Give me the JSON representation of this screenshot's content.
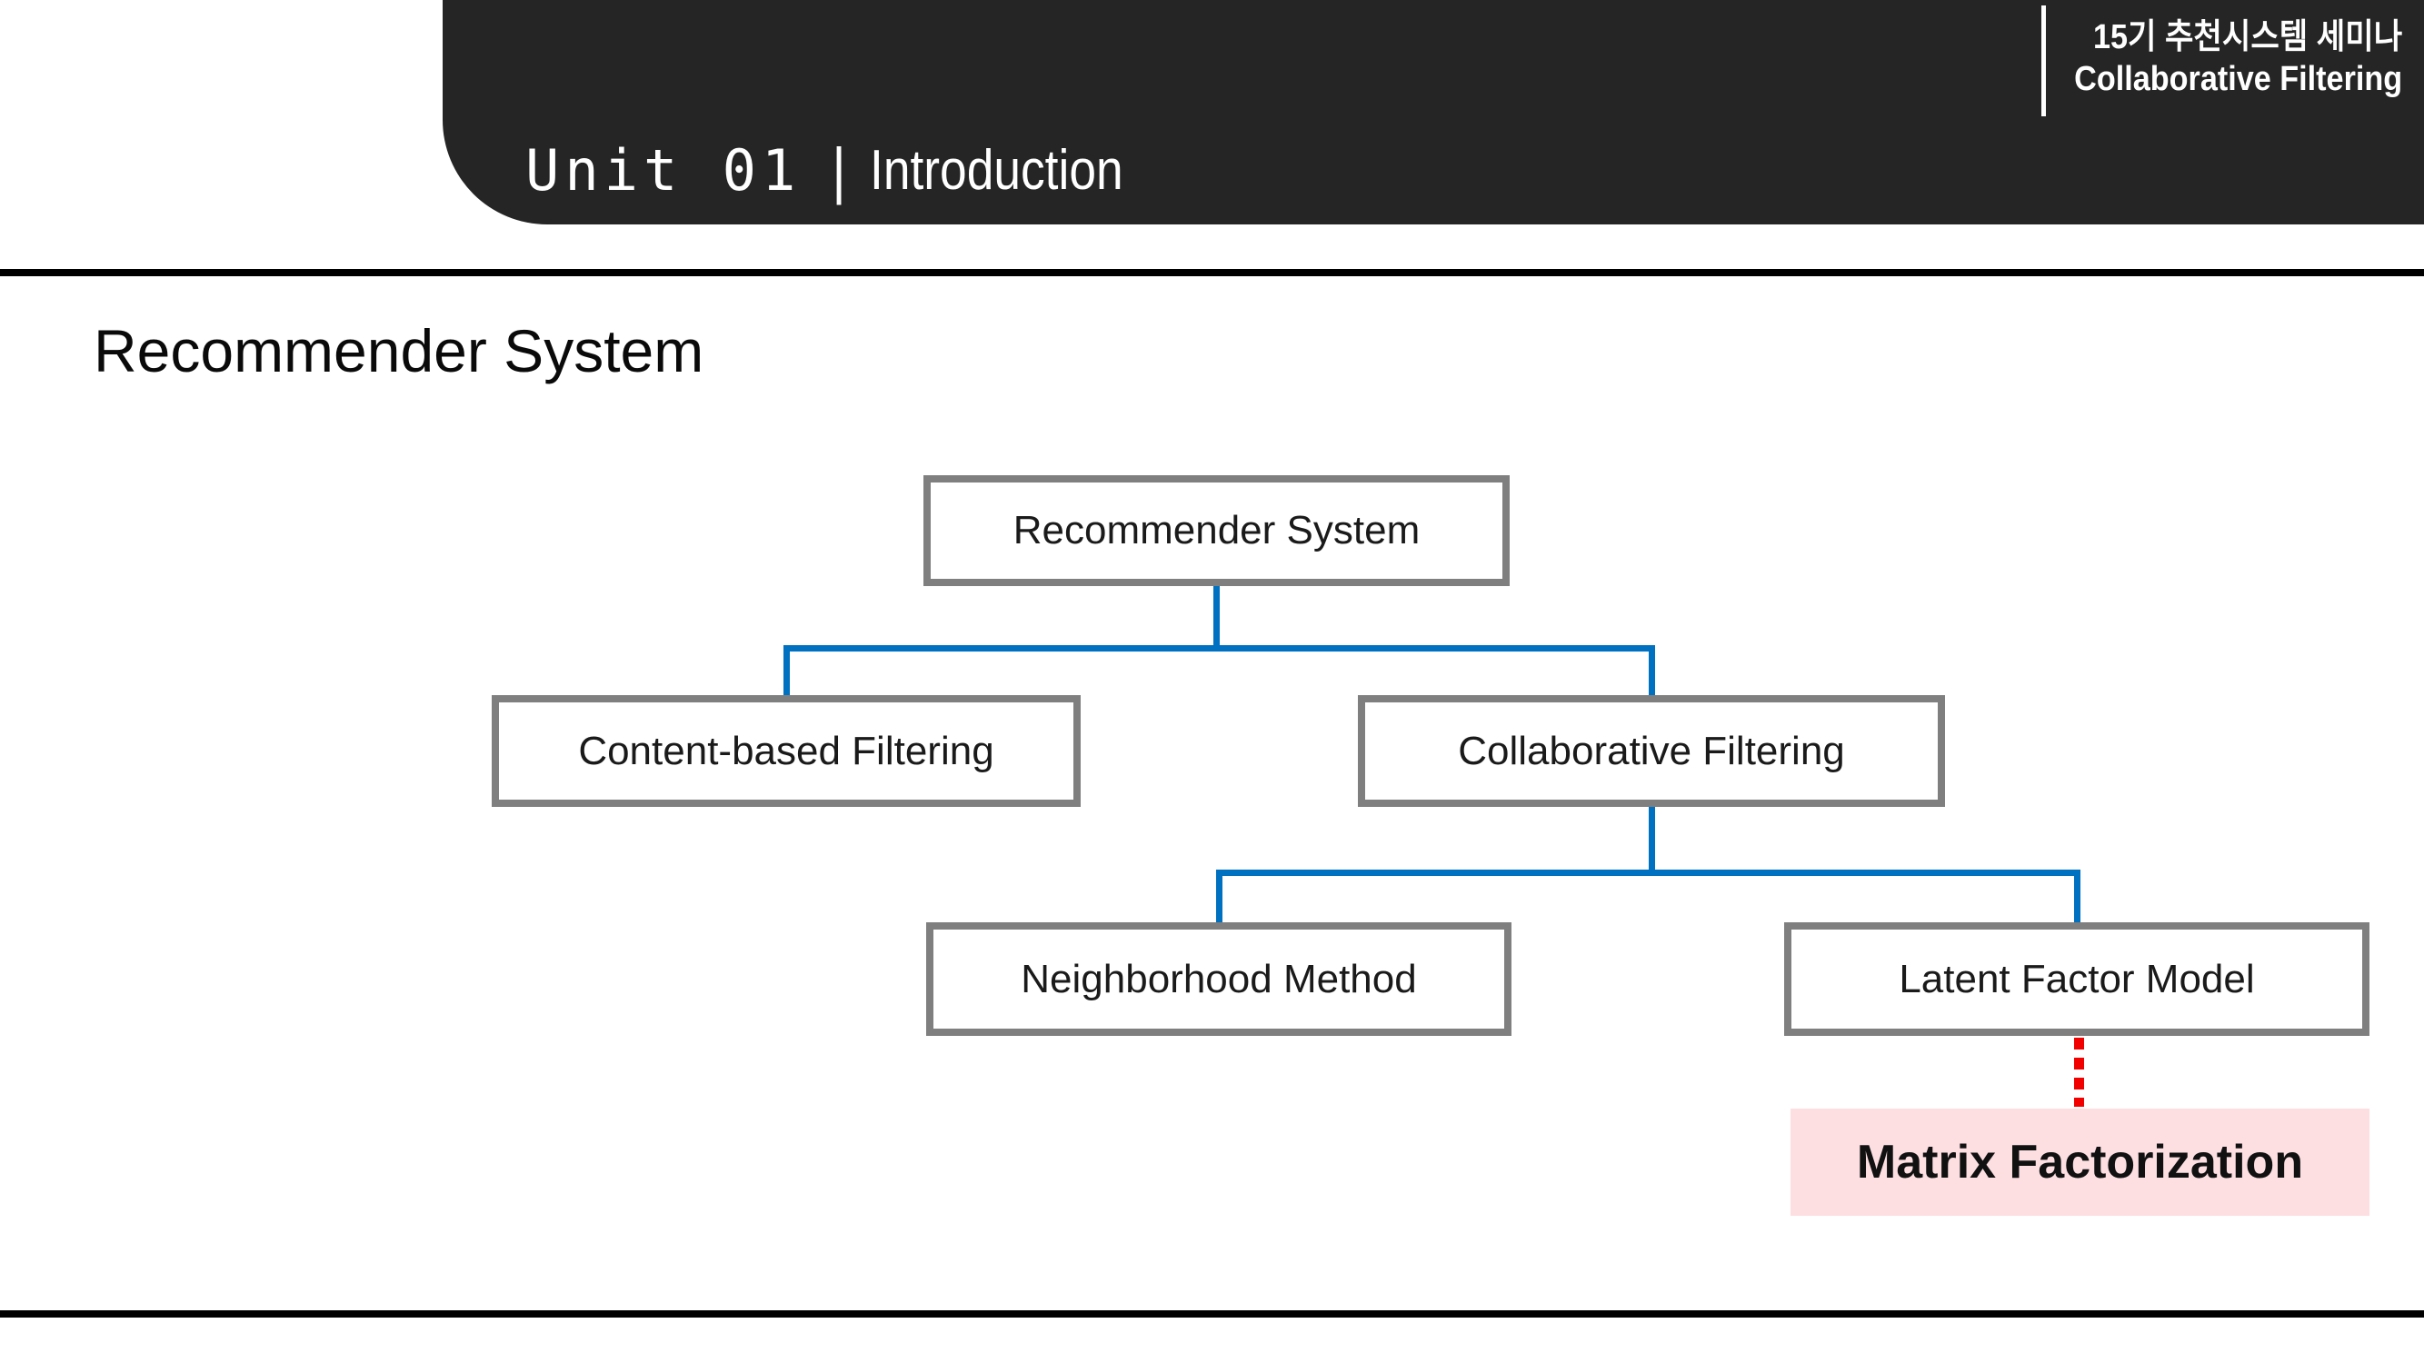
{
  "header": {
    "unit_label": "Unit 01",
    "separator": "|",
    "section_title": "Introduction",
    "badge": {
      "line1": "15기  추천시스템  세미나",
      "line2": "Collaborative  Filtering"
    }
  },
  "slide": {
    "title": "Recommender System"
  },
  "diagram": {
    "type": "tree",
    "nodes": [
      {
        "id": "recommender",
        "label": "Recommender System",
        "level": 1,
        "highlighted": false
      },
      {
        "id": "content-based",
        "label": "Content-based Filtering",
        "level": 2,
        "highlighted": false
      },
      {
        "id": "collaborative",
        "label": "Collaborative Filtering",
        "level": 2,
        "highlighted": false
      },
      {
        "id": "neighborhood",
        "label": "Neighborhood Method",
        "level": 3,
        "highlighted": false
      },
      {
        "id": "latent",
        "label": "Latent Factor Model",
        "level": 3,
        "highlighted": false
      },
      {
        "id": "matrix",
        "label": "Matrix Factorization",
        "level": 4,
        "highlighted": true
      }
    ],
    "edges": [
      {
        "from": "recommender",
        "to": "content-based",
        "style": "solid-blue"
      },
      {
        "from": "recommender",
        "to": "collaborative",
        "style": "solid-blue"
      },
      {
        "from": "collaborative",
        "to": "neighborhood",
        "style": "solid-blue"
      },
      {
        "from": "collaborative",
        "to": "latent",
        "style": "solid-blue"
      },
      {
        "from": "latent",
        "to": "matrix",
        "style": "dotted-red"
      }
    ]
  },
  "colors": {
    "header_dark": "#252525",
    "accent_blue": "#0070C0",
    "node_border_gray": "#7F7F7F",
    "highlight_pink": "#FDDFE2",
    "connector_red": "#F20000",
    "rule_black": "#000000"
  }
}
